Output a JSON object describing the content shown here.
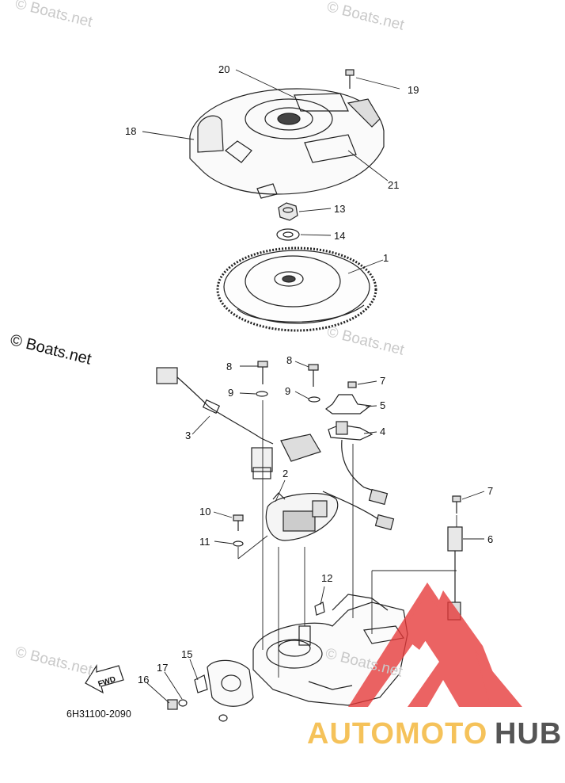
{
  "watermark": {
    "text": "© Boats.net"
  },
  "diagram_code": "6H31100-2090",
  "fwd_label": "FWD",
  "brand": {
    "part_a": "AUTOMOTO",
    "part_b": "HUB",
    "color_a": "#f5c25a",
    "color_b": "#555555",
    "logo_color": "#e63838"
  },
  "callouts": {
    "c1": "1",
    "c2": "2",
    "c3": "3",
    "c4": "4",
    "c5": "5",
    "c6": "6",
    "c7a": "7",
    "c7b": "7",
    "c8a": "8",
    "c8b": "8",
    "c9a": "9",
    "c9b": "9",
    "c10": "10",
    "c11": "11",
    "c12": "12",
    "c13": "13",
    "c14": "14",
    "c15": "15",
    "c16": "16",
    "c17": "17",
    "c18": "18",
    "c19": "19",
    "c20": "20",
    "c21": "21"
  }
}
